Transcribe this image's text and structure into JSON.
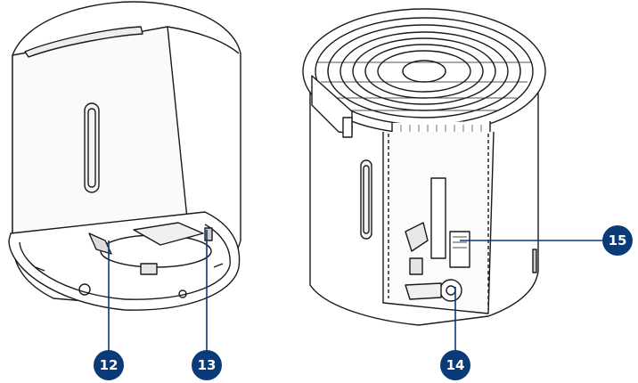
{
  "callouts": [
    {
      "id": "callout-12",
      "label": "12",
      "color": "#0a3a78"
    },
    {
      "id": "callout-13",
      "label": "13",
      "color": "#0a3a78"
    },
    {
      "id": "callout-14",
      "label": "14",
      "color": "#0a3a78"
    },
    {
      "id": "callout-15",
      "label": "15",
      "color": "#0a3a78"
    }
  ],
  "colors": {
    "outline": "#1a1a1a",
    "body_fill": "#ffffff",
    "shade": "#f2f2f2",
    "leader": "#0a3a78"
  }
}
